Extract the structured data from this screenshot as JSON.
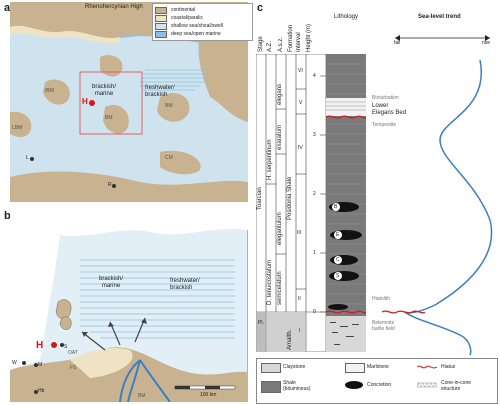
{
  "panels": {
    "a": "a",
    "b": "b",
    "c": "c"
  },
  "map_a": {
    "top_label": "Rhenohercynian High",
    "legend": [
      {
        "label": "continental",
        "color": "#c8b28f"
      },
      {
        "label": "coastal/paralic",
        "color": "#efe3c5"
      },
      {
        "label": "shallow sea/shoal/swell",
        "color": "#cfe3ef"
      },
      {
        "label": "deep sea/open marine",
        "color": "#8dbfe0"
      }
    ],
    "labels": {
      "brackish_marine": "brackish/\nmarine",
      "freshwater_brackish": "freshwater/\nbrackish",
      "H": "H",
      "R": "R",
      "L": "L",
      "IBM": "IBM",
      "BM": "BM",
      "BM2": "BM",
      "LBM": "LBM",
      "CM": "CM"
    }
  },
  "map_b": {
    "labels": {
      "brackish_marine": "brackish/\nmarine",
      "freshwater_brackish": "freshwater/\nbrackish",
      "H": "H",
      "S": "S",
      "OAT": "OAT",
      "W": "W",
      "M": "M",
      "FS": "FS",
      "Hb": "Hb",
      "BM": "BM"
    },
    "scale": "100 km"
  },
  "section_c": {
    "headers": {
      "stage": "Stage",
      "az": "A.Z.",
      "asz": "A.s.z.",
      "formation": "Formation",
      "interval": "Interval",
      "height": "Height (m)",
      "lithology": "Lithology",
      "sea_level": "Sea-level trend",
      "fall": "fall",
      "rise": "rise"
    },
    "stages": {
      "toarcian": "Toarcian",
      "pl": "Pl."
    },
    "az": {
      "serpentinum": "H. serpentinum",
      "tenuicostatum": "D. tenuicostatum"
    },
    "asz": {
      "elegans": "elegans",
      "exaratum": "exaratum",
      "elegantulum": "elegantulum",
      "semicelatum": "semicelatum"
    },
    "formations": {
      "posidonia": "Posidonia Shale",
      "amalth": "Amalth."
    },
    "intervals": [
      "VI",
      "V",
      "IV",
      "III",
      "II",
      "I"
    ],
    "heights": [
      "4",
      "3",
      "2",
      "1",
      "0"
    ],
    "annotations": {
      "bioturbation": "Bioturbation",
      "lower_elegans": "Lower\nElegans Bed",
      "tempestite": "Tempestite",
      "hiatolith": "Hiatolith",
      "belemnite": "Belemnite\nbattle field"
    },
    "concretion_labels": [
      "B",
      "E",
      "C",
      "S"
    ],
    "legend": {
      "claystone": "Claystone",
      "marlstone": "Marlstone",
      "hiatus": "Hiatus",
      "shale": "Shale\n(bituminous)",
      "concretion": "Concretion",
      "cone": "Cone-in-cone\nstructure"
    }
  }
}
